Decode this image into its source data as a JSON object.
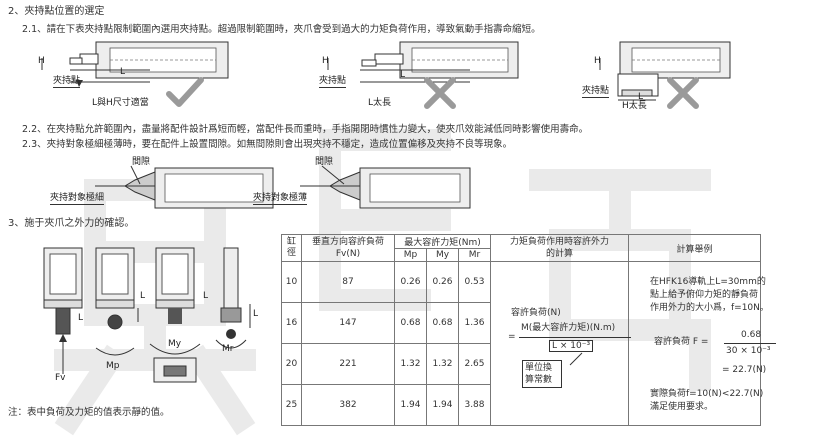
{
  "section2": {
    "title": "2、夾持點位置的選定",
    "p21": "2.1、請在下表夾持點限制範圍內選用夾持點。超過限制範圍時，夾爪會受到過大的力矩負荷作用，導致氣動手指壽命縮短。",
    "fig1": {
      "H": "H",
      "L": "L",
      "grip": "夾持點",
      "caption": "L與H尺寸適當"
    },
    "fig2": {
      "H": "H",
      "L": "L",
      "grip": "夾持點",
      "caption": "L太長"
    },
    "fig3": {
      "H": "H",
      "L": "L",
      "grip": "夾持點",
      "caption": "H太長"
    },
    "p22": "2.2、在夾持點允許範圍內，盡量將配件設計爲短而輕，當配件長而重時，手指開閉時慣性力變大，使夾爪效能減低同時影響使用壽命。",
    "p23": "2.3、夾持對象極細極薄時，要在配件上設置間隙。如無間隙則會出現夾持不穩定，造成位置偏移及夾持不良等現象。",
    "fig4": {
      "gap": "間隙",
      "target": "夾持對象極細"
    },
    "fig5": {
      "gap": "間隙",
      "target": "夾持對象極薄"
    }
  },
  "section3": {
    "title": "3、施于夾爪之外力的確認。",
    "labels": {
      "fv": "Fv",
      "mp": "Mp",
      "my": "My",
      "mr": "Mr",
      "L1": "L",
      "L2": "L",
      "L3": "L",
      "L4": "L"
    },
    "note": "注：表中負荷及力矩的值表示靜的值。"
  },
  "table": {
    "h_size": "缸徑",
    "h_fv": "垂直方向容許負荷Fv(N)",
    "h_moment": "最大容許力矩(Nm)",
    "h_mp": "Mp",
    "h_my": "My",
    "h_mr": "Mr",
    "h_formula": "力矩負荷作用時容許外力的計算",
    "h_example": "計算舉例",
    "rows": [
      {
        "size": "10",
        "fv": "87",
        "mp": "0.26",
        "my": "0.26",
        "mr": "0.53"
      },
      {
        "size": "16",
        "fv": "147",
        "mp": "0.68",
        "my": "0.68",
        "mr": "1.36"
      },
      {
        "size": "20",
        "fv": "221",
        "mp": "1.32",
        "my": "1.32",
        "mr": "2.65"
      },
      {
        "size": "25",
        "fv": "382",
        "mp": "1.94",
        "my": "1.94",
        "mr": "3.88"
      }
    ],
    "formula": {
      "label": "容許負荷(N)",
      "eq": "=",
      "numerator": "M(最大容許力矩)(N.m)",
      "denom": "L × 10⁻³",
      "unit_note": "單位換算常數"
    },
    "example": {
      "intro1": "在HFK16導軌上L=30mm的",
      "intro2": "點上給予俯仰力矩的靜負荷",
      "intro3": "作用外力的大小爲，f=10N。",
      "lhs": "容許負荷 F =",
      "num": "0.68",
      "den": "30 × 10⁻³",
      "result": "= 22.7(N)",
      "conclusion1": "實際負荷f=10(N)<22.7(N)",
      "conclusion2": "滿足使用要求。"
    }
  }
}
